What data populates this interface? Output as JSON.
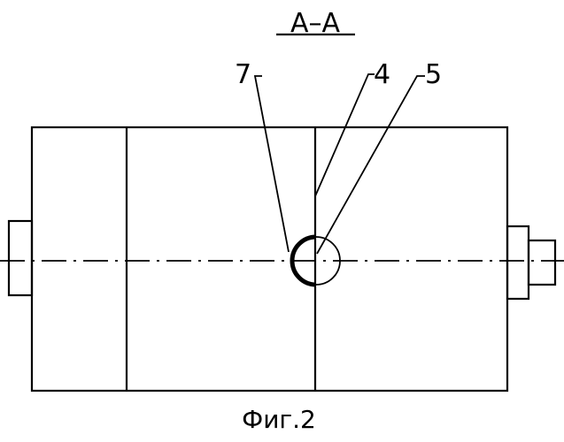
{
  "section_label": "А–А",
  "callouts": {
    "left": "7",
    "middle": "4",
    "right": "5"
  },
  "caption": "Фиг.2"
}
